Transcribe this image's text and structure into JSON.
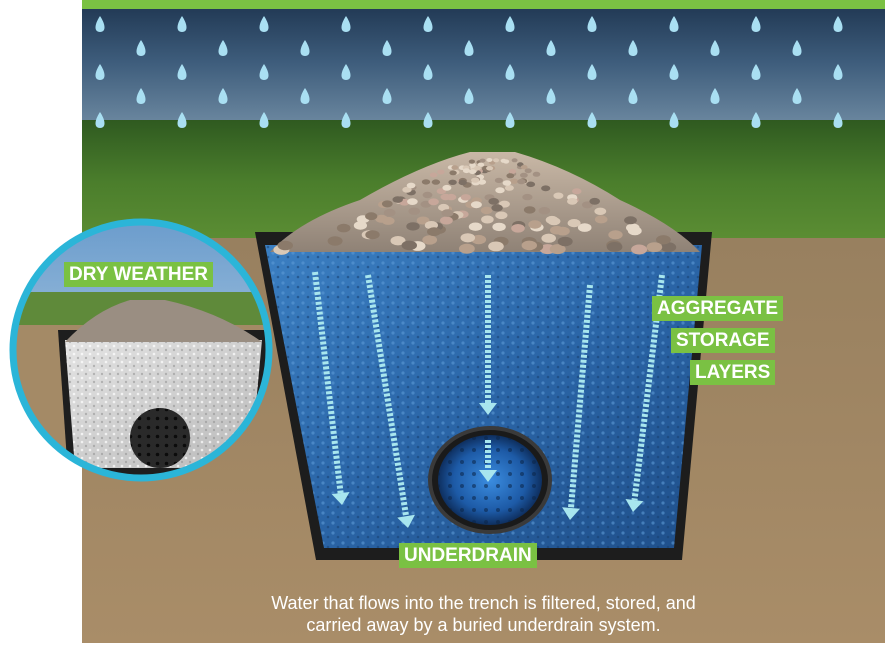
{
  "labels": {
    "dry_weather": "DRY WEATHER",
    "aggregate_line1": "AGGREGATE",
    "aggregate_line2": "STORAGE",
    "aggregate_line3": "LAYERS",
    "underdrain": "UNDERDRAIN"
  },
  "caption": {
    "line1": "Water that flows into the trench is filtered, stored, and",
    "line2": "carried away by a buried underdrain system."
  },
  "colors": {
    "accent_green": "#7ac143",
    "inset_ring": "#2bb5d8",
    "soil": "#a58a66",
    "aggregate_blue": "#2d6fb3",
    "rain_drop": "#a9dff2",
    "flow_arrow": "#a8e6ee"
  },
  "icons": [
    "rain-drop-icon",
    "flow-arrow-icon",
    "perforated-pipe-icon"
  ]
}
